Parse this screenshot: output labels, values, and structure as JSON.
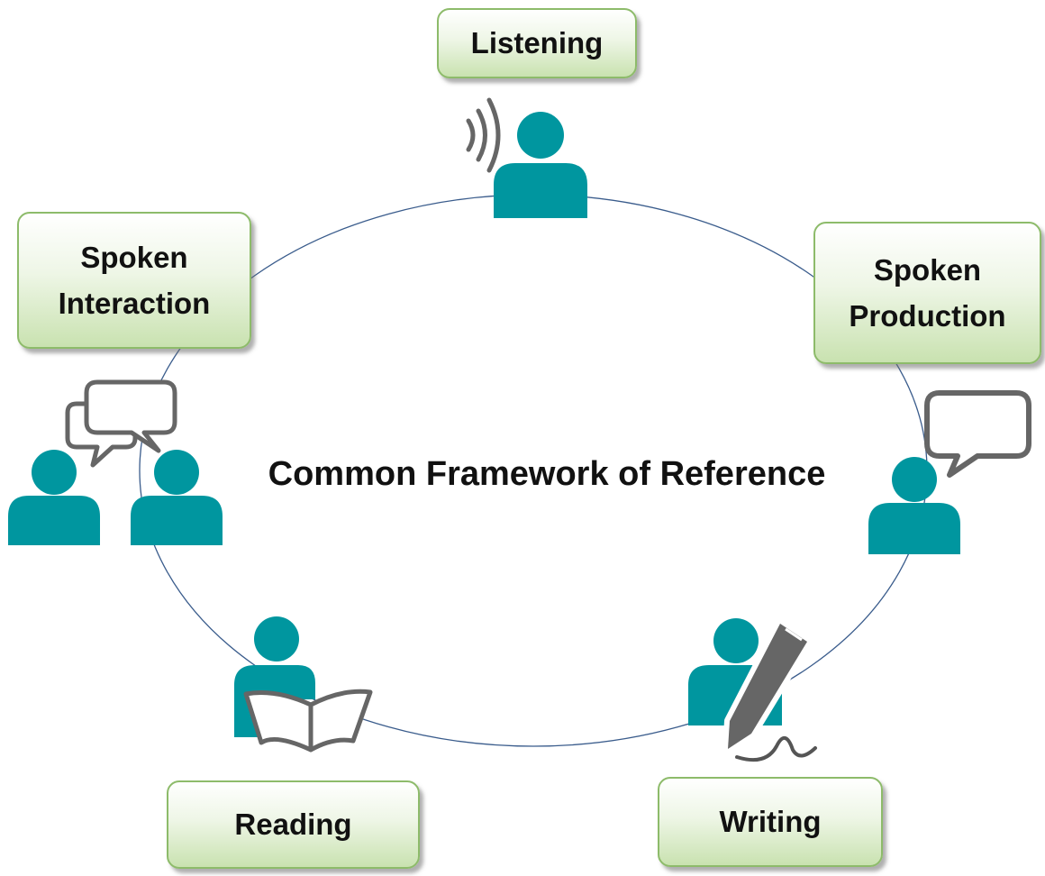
{
  "title": "Common Framework of Reference",
  "skills": {
    "listening": "Listening",
    "spoken_interaction": "Spoken\nInteraction",
    "spoken_production": "Spoken\nProduction",
    "reading": "Reading",
    "writing": "Writing"
  },
  "colors": {
    "person": "#00969f",
    "ring": "#3a5c8c",
    "bubble": "#666666",
    "box_border": "#8dbb6a",
    "box_fill_bottom": "#c9e2b0"
  },
  "icons": [
    "sound-waves-icon",
    "person-icon",
    "speech-bubble-icon",
    "book-icon",
    "pencil-icon"
  ]
}
